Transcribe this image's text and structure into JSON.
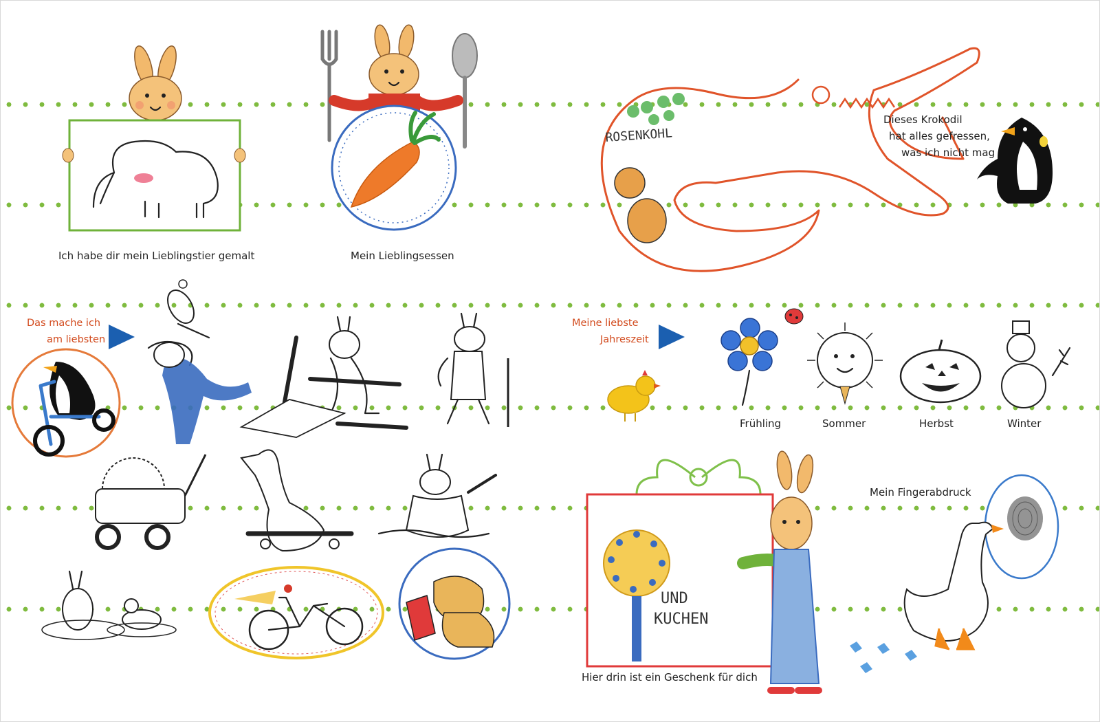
{
  "captions": {
    "favorite_animal": "Ich habe dir mein Lieblingstier gemalt",
    "favorite_food": "Mein Lieblingsessen",
    "crocodile": [
      "Dieses Krokodil",
      "hat alles gefressen,",
      "was ich nicht mag"
    ],
    "crocodile_food": "ROSENKOHL",
    "favorite_activity": [
      "Das mache ich",
      "am liebsten"
    ],
    "favorite_season": [
      "Meine liebste",
      "Jahreszeit"
    ],
    "seasons": [
      "Frühling",
      "Sommer",
      "Herbst",
      "Winter"
    ],
    "fingerprint": "Mein Fingerabdruck",
    "gift": "Hier drin ist ein Geschenk für dich",
    "gift_drawing_text": [
      "UND",
      "KUCHEN"
    ]
  },
  "colors": {
    "dot_green": "#7fbb3f",
    "label_red": "#d24a1d",
    "arrow_blue": "#1b5fb0"
  }
}
